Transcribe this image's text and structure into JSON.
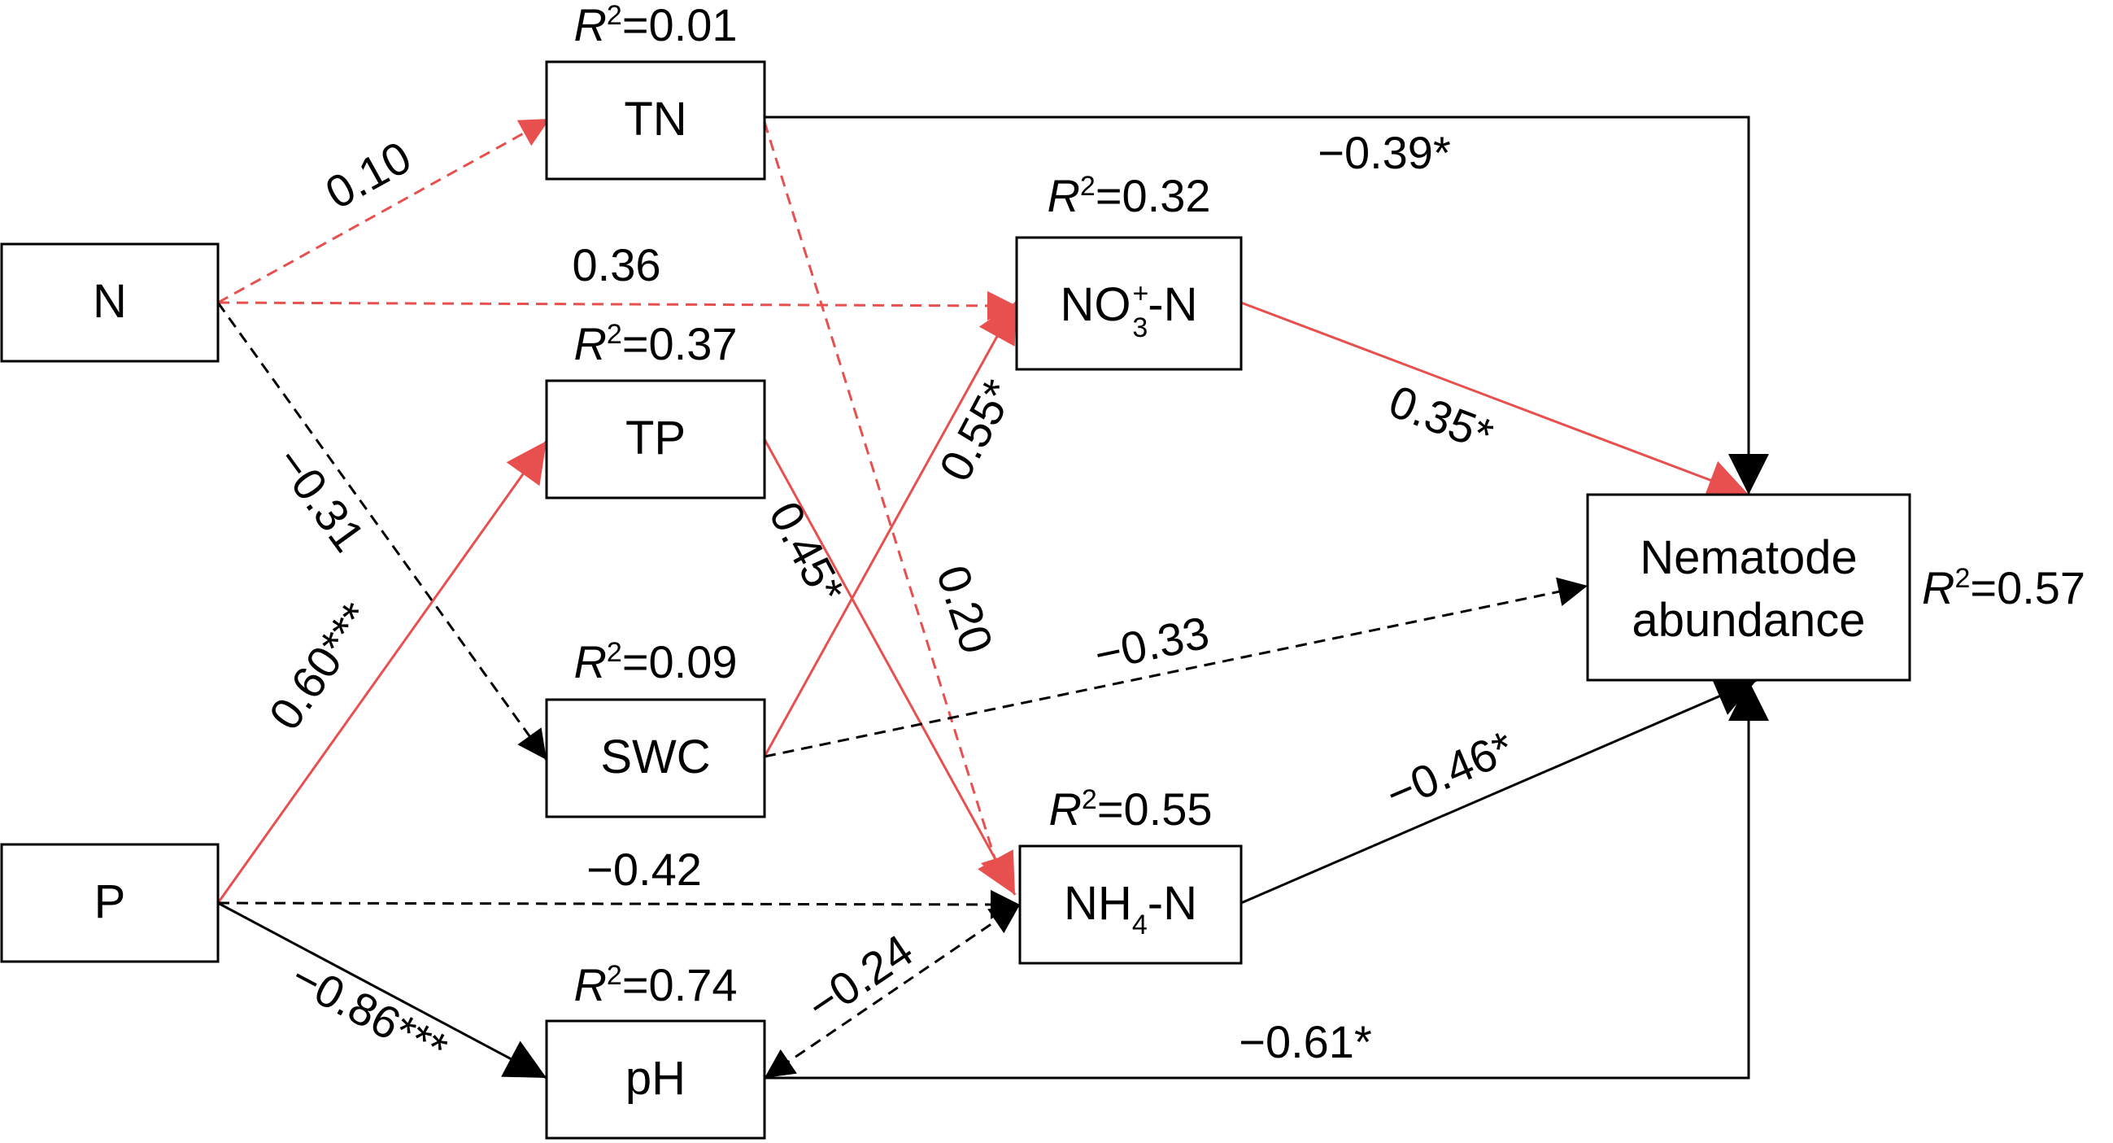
{
  "colors": {
    "positive": "#e8504f",
    "negative": "#000000"
  },
  "nodes": {
    "N": {
      "label": "N"
    },
    "P": {
      "label": "P"
    },
    "TN": {
      "label": "TN",
      "r2": "=0.01"
    },
    "TP": {
      "label": "TP",
      "r2": "=0.37"
    },
    "SWC": {
      "label": "SWC",
      "r2": "=0.09"
    },
    "pH": {
      "label": "pH",
      "r2": "=0.74"
    },
    "NO3": {
      "label_main": "NO",
      "label_sub": "3",
      "label_sup": "+",
      "label_tail": "-N",
      "r2": "=0.32"
    },
    "NH4": {
      "label_main": "NH",
      "label_sub": "4",
      "label_tail": "-N",
      "r2": "=0.55"
    },
    "NEM": {
      "label_line1": "Nematode",
      "label_line2": "abundance",
      "r2": "=0.57"
    }
  },
  "r2_symbol": "R",
  "r2_sup": "2",
  "paths": [
    {
      "id": "N-TN",
      "from": "N",
      "to": "TN",
      "coef": "0.10",
      "sign": "positive",
      "style": "dashed"
    },
    {
      "id": "N-NO3",
      "from": "N",
      "to": "NO3-N",
      "coef": "0.36",
      "sign": "positive",
      "style": "dashed"
    },
    {
      "id": "N-SWC",
      "from": "N",
      "to": "SWC",
      "coef": "−0.31",
      "sign": "negative",
      "style": "dashed"
    },
    {
      "id": "P-TP",
      "from": "P",
      "to": "TP",
      "coef": "0.60***",
      "sign": "positive",
      "style": "solid"
    },
    {
      "id": "P-NH4",
      "from": "P",
      "to": "NH4-N",
      "coef": "−0.42",
      "sign": "negative",
      "style": "dashed"
    },
    {
      "id": "P-pH",
      "from": "P",
      "to": "pH",
      "coef": "−0.86***",
      "sign": "negative",
      "style": "solid"
    },
    {
      "id": "TN-NEM",
      "from": "TN",
      "to": "Nematode abundance",
      "coef": "−0.39*",
      "sign": "negative",
      "style": "solid"
    },
    {
      "id": "TN-NH4",
      "from": "TN",
      "to": "NH4-N",
      "coef": "0.20",
      "sign": "positive",
      "style": "dashed"
    },
    {
      "id": "TP-NH4",
      "from": "TP",
      "to": "NH4-N",
      "coef": "0.45*",
      "sign": "positive",
      "style": "solid"
    },
    {
      "id": "SWC-NO3",
      "from": "SWC",
      "to": "NO3-N",
      "coef": "0.55*",
      "sign": "positive",
      "style": "solid"
    },
    {
      "id": "SWC-NEM",
      "from": "SWC",
      "to": "Nematode abundance",
      "coef": "−0.33",
      "sign": "negative",
      "style": "dashed"
    },
    {
      "id": "NO3-NEM",
      "from": "NO3-N",
      "to": "Nematode abundance",
      "coef": "0.35*",
      "sign": "positive",
      "style": "solid"
    },
    {
      "id": "NH4-NEM",
      "from": "NH4-N",
      "to": "Nematode abundance",
      "coef": "−0.46*",
      "sign": "negative",
      "style": "solid"
    },
    {
      "id": "pH-NH4",
      "from": "pH",
      "to": "NH4-N",
      "coef": "−0.24",
      "sign": "negative",
      "style": "dashed",
      "bidirectional": true
    },
    {
      "id": "pH-NEM",
      "from": "pH",
      "to": "Nematode abundance",
      "coef": "−0.61*",
      "sign": "negative",
      "style": "solid"
    }
  ]
}
